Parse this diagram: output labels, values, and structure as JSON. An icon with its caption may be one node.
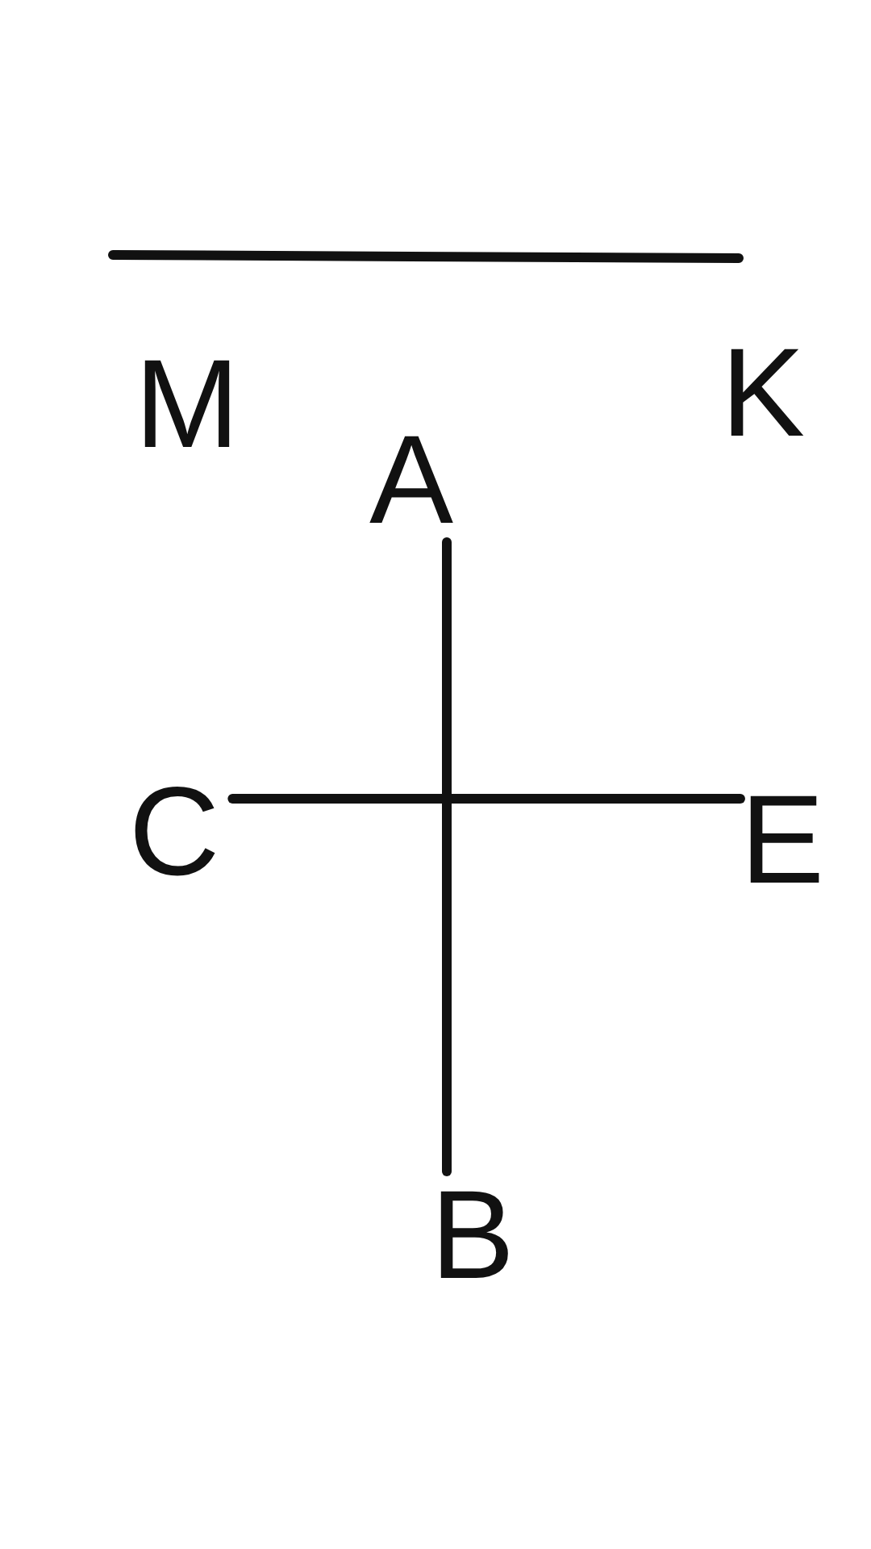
{
  "diagram": {
    "nodes": [
      {
        "text": [
          "A"
        ]
      },
      {
        "text": [
          "C"
        ]
      },
      {
        "text": [
          "E"
        ]
      },
      {
        "text": [
          "B"
        ]
      }
    ],
    "edges": [
      {
        "from": 0,
        "to": 3,
        "arrow": "none"
      },
      {
        "from": 1,
        "to": 2,
        "arrow": "none"
      }
    ],
    "labels": [
      "M",
      "K"
    ]
  }
}
